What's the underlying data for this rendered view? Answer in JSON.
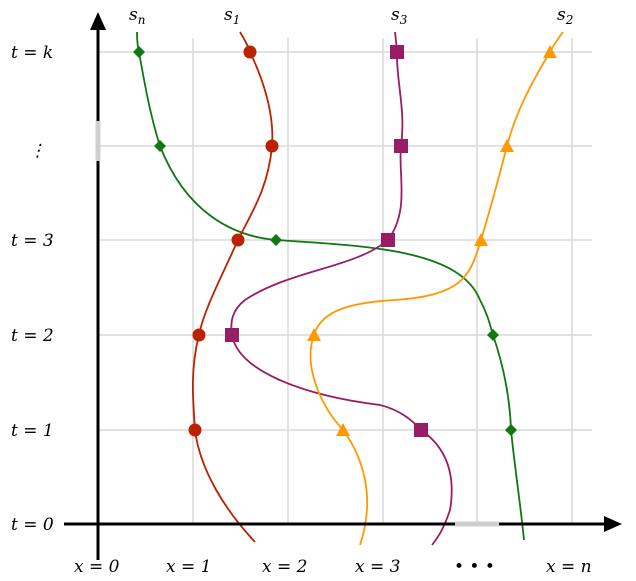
{
  "x_labels": [
    "x = 0",
    "x = 1",
    "x = 2",
    "x = 3",
    "x = n"
  ],
  "y_labels": [
    "t = 0",
    "t = 1",
    "t = 2",
    "t = 3",
    "t = k"
  ],
  "x_ellipsis": "• • •",
  "y_ellipsis": "⋮",
  "series": [
    {
      "name": "s_n",
      "color": "#117711",
      "marker": "diamond",
      "points": [
        {
          "t": "t = k",
          "x": 0.45
        },
        {
          "t": "⋮",
          "x": 0.65
        },
        {
          "t": "t = 3",
          "x": 1.88
        },
        {
          "t": "t = 2",
          "x": 4.15
        },
        {
          "t": "t = 1",
          "x": 4.35
        }
      ]
    },
    {
      "name": "s_1",
      "color": "#bb2200",
      "marker": "circle",
      "points": [
        {
          "t": "t = k",
          "x": 1.6
        },
        {
          "t": "⋮",
          "x": 1.8
        },
        {
          "t": "t = 3",
          "x": 1.48
        },
        {
          "t": "t = 2",
          "x": 1.07
        },
        {
          "t": "t = 1",
          "x": 1.03
        }
      ]
    },
    {
      "name": "s_3",
      "color": "#991c66",
      "marker": "square",
      "points": [
        {
          "t": "t = k",
          "x": 3.18
        },
        {
          "t": "⋮",
          "x": 3.2
        },
        {
          "t": "t = 3",
          "x": 3.08
        },
        {
          "t": "t = 2",
          "x": 1.42
        },
        {
          "t": "t = 1",
          "x": 3.45
        }
      ]
    },
    {
      "name": "s_2",
      "color": "#ff9900",
      "marker": "triangle",
      "points": [
        {
          "t": "t = k",
          "x": 4.78
        },
        {
          "t": "⋮",
          "x": 4.3
        },
        {
          "t": "t = 3",
          "x": 4.05
        },
        {
          "t": "t = 2",
          "x": 2.28
        },
        {
          "t": "t = 1",
          "x": 2.6
        }
      ]
    }
  ]
}
